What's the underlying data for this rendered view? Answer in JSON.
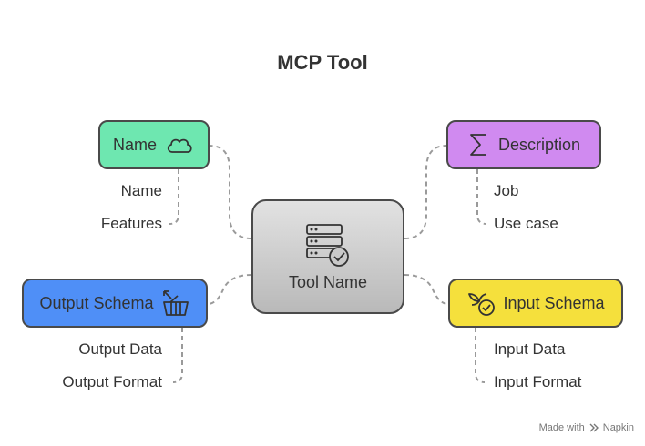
{
  "title": "MCP Tool",
  "center": {
    "label": "Tool Name",
    "icon": "server-check-icon"
  },
  "nodes": {
    "name": {
      "label": "Name",
      "icon": "cloud-icon",
      "color": "#6ee7b0",
      "items": [
        "Name",
        "Features"
      ]
    },
    "description": {
      "label": "Description",
      "icon": "sigma-icon",
      "color": "#d08af0",
      "items": [
        "Job",
        "Use case"
      ]
    },
    "output_schema": {
      "label": "Output Schema",
      "icon": "basket-icon",
      "color": "#4f8ff7",
      "items": [
        "Output Data",
        "Output Format"
      ]
    },
    "input_schema": {
      "label": "Input Schema",
      "icon": "plant-check-icon",
      "color": "#f5e03c",
      "items": [
        "Input Data",
        "Input Format"
      ]
    }
  },
  "footer": {
    "made_with": "Made with",
    "brand": "Napkin"
  }
}
